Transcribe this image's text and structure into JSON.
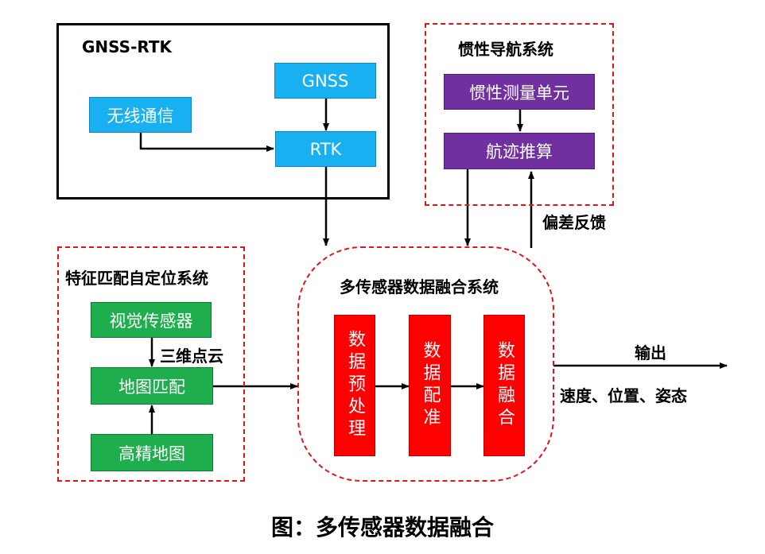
{
  "gnss_rtk": {
    "title": "GNSS-RTK",
    "gnss": "GNSS",
    "wireless": "无线通信",
    "rtk": "RTK"
  },
  "ins": {
    "title": "惯性导航系统",
    "imu": "惯性测量单元",
    "dead_reckoning": "航迹推算"
  },
  "feature": {
    "title": "特征匹配自定位系统",
    "visual_sensor": "视觉传感器",
    "map_matching": "地图匹配",
    "hd_map": "高精地图",
    "point_cloud_label": "三维点云"
  },
  "fusion": {
    "title": "多传感器数据融合系统",
    "step1": "数据预处理",
    "step2": "数据配准",
    "step3": "数据融合"
  },
  "labels": {
    "bias_feedback": "偏差反馈",
    "output": "输出",
    "output_items": "速度、位置、姿态"
  },
  "caption": "图：多传感器数据融合",
  "colors": {
    "blue": "#18b0f0",
    "purple": "#7030a0",
    "green": "#1fae4e",
    "red": "#ff0000",
    "dashed_border": "#e0141e"
  }
}
